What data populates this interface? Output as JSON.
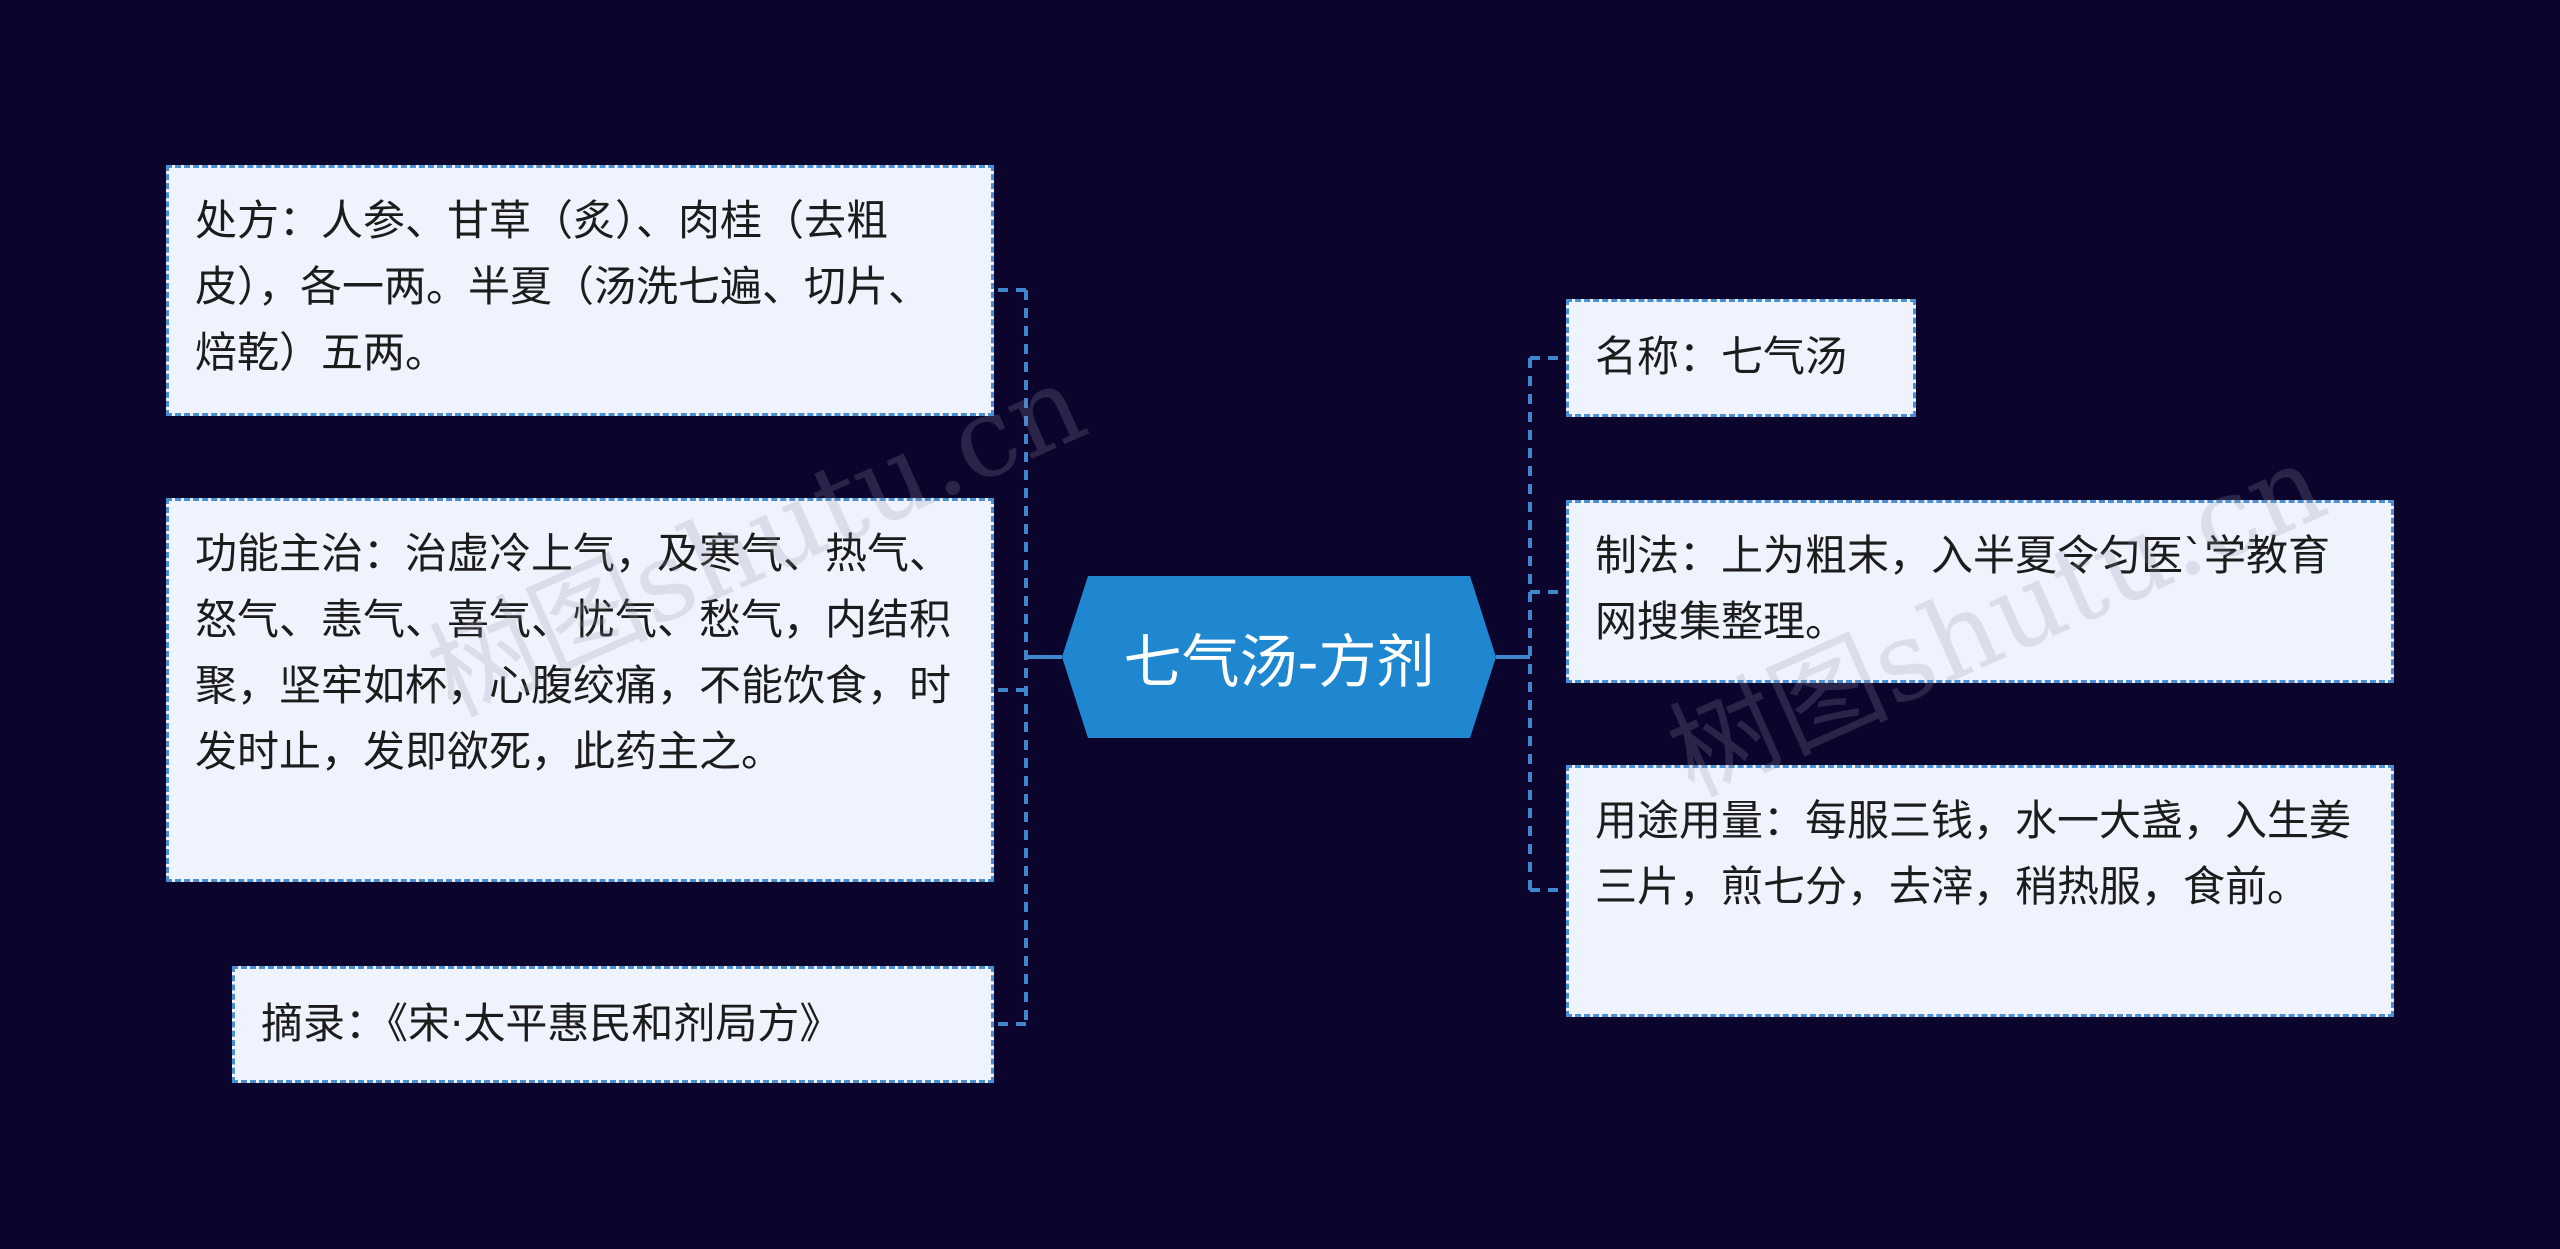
{
  "central_topic": "七气汤-方剂",
  "left_nodes": [
    {
      "text": "处方：人参、甘草（炙）、肉桂（去粗皮），各一两。半夏（汤洗七遍、切片、焙乾）五两。"
    },
    {
      "text": "功能主治：治虚冷上气，及寒气、热气、怒气、恚气、喜气、忧气、愁气，内结积聚，坚牢如杯，心腹绞痛，不能饮食，时发时止，发即欲死，此药主之。"
    },
    {
      "text": "摘录：《宋·太平惠民和剂局方》"
    }
  ],
  "right_nodes": [
    {
      "text": "名称：七气汤"
    },
    {
      "text": "制法：上为粗末，入半夏令匀医`学教育网搜集整理。"
    },
    {
      "text": "用途用量：每服三钱，水一大盏，入生姜三片，煎七分，去滓，稍热服，食前。"
    }
  ],
  "watermarks": [
    "树图shutu.cn",
    "树图shutu.cn"
  ],
  "colors": {
    "background": "#0b052e",
    "center_fill": "#1f87cf",
    "node_fill": "#eef3fd",
    "node_border": "#4a8fd2",
    "connector": "#3f86cc"
  }
}
